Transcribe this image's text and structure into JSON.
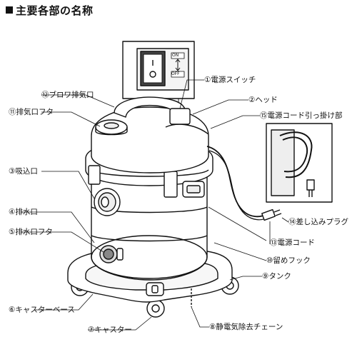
{
  "title": "主要各部の名称",
  "switch_panel": {
    "on_text": "ON",
    "off_text": "OFF"
  },
  "parts": [
    {
      "id": "power-switch",
      "label": "①電源スイッチ"
    },
    {
      "id": "head",
      "label": "②ヘッド"
    },
    {
      "id": "intake",
      "label": "③吸込口"
    },
    {
      "id": "drain",
      "label": "④排水口"
    },
    {
      "id": "drain-cap",
      "label": "⑤排水口フタ"
    },
    {
      "id": "caster-base",
      "label": "⑥キャスターベース"
    },
    {
      "id": "caster",
      "label": "⑦キャスター"
    },
    {
      "id": "static-chain",
      "label": "⑧静電気除去チェーン"
    },
    {
      "id": "tank",
      "label": "⑨タンク"
    },
    {
      "id": "clamp-hook",
      "label": "⑩留めフック"
    },
    {
      "id": "exhaust-cap",
      "label": "⑪排気口フタ"
    },
    {
      "id": "blower-exhaust",
      "label": "⑫ブロワ排気口"
    },
    {
      "id": "power-cord",
      "label": "⑬電源コード"
    },
    {
      "id": "plug",
      "label": "⑭差し込みプラグ"
    },
    {
      "id": "cord-hook",
      "label": "⑮電源コード引っ掛け部"
    }
  ]
}
